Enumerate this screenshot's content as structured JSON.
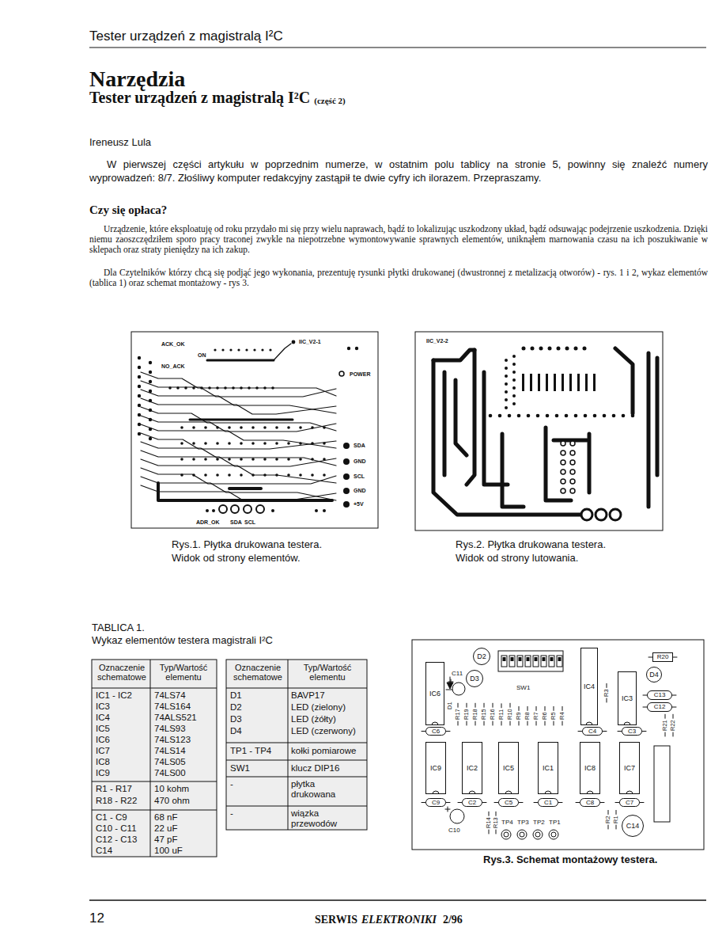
{
  "diagram": {
    "title": "Narzędzia",
    "nodes": [
      {
        "text": [
          "D2"
        ]
      },
      {
        "text": [
          "D3"
        ]
      },
      {
        "text": [
          "R20"
        ]
      },
      {
        "text": [
          "D4"
        ]
      },
      {
        "text": [
          "IC6"
        ]
      },
      {
        "text": [
          "IC4"
        ]
      },
      {
        "text": [
          "IC3"
        ]
      },
      {
        "text": [
          "C13"
        ]
      },
      {
        "text": [
          "C12"
        ]
      },
      {
        "text": [
          "C6"
        ]
      },
      {
        "text": [
          "C4"
        ]
      },
      {
        "text": [
          "C3"
        ]
      },
      {
        "text": [
          "IC9"
        ]
      },
      {
        "text": [
          "IC2"
        ]
      },
      {
        "text": [
          "IC5"
        ]
      },
      {
        "text": [
          "IC1"
        ]
      },
      {
        "text": [
          "IC8"
        ]
      },
      {
        "text": [
          "IC7"
        ]
      },
      {
        "text": [
          "C9"
        ]
      },
      {
        "text": [
          "C2"
        ]
      },
      {
        "text": [
          "C5"
        ]
      },
      {
        "text": [
          "C1"
        ]
      },
      {
        "text": [
          "C8"
        ]
      },
      {
        "text": [
          "C7"
        ]
      },
      {
        "text": [
          "C14"
        ]
      }
    ],
    "labels": [
      "Tester urządzeń z magistralą I²C",
      "Tester urządzeń z magistralą I²C",
      "(część 2)",
      "Ireneusz Lula",
      "W pierwszej części artykułu w poprzednim numerze, w ostatnim polu tablicy na stronie 5, powinny się znaleźć numery wyprowadzeń: 8/7. Złośliwy komputer redakcyjny zastąpił te dwie cyfry ich ilorazem. Przepraszamy.",
      "Czy się opłaca?",
      "Urządzenie, które eksploatuję od roku przydało mi się przy wielu naprawach, bądź to lokalizując uszkodzony układ, bądź odsuwając podejrzenie uszkodzenia. Dzięki niemu zaoszczędziłem sporo pracy traconej zwykle na niepotrzebne wymontowywanie sprawnych elementów, uniknąłem marnowania czasu na ich poszukiwanie w sklepach oraz straty pieniędzy na ich zakup.",
      "Dla Czytelników którzy chcą się podjąć jego wykonania, prezentuję rysunki płytki drukowanej (dwustronnej z metalizacją otworów) - rys. 1 i 2, wykaz elementów (tablica 1) oraz schemat montażowy - rys 3.",
      "ACK_OK",
      "IIC_V2-1",
      "ON",
      "NO_ACK",
      "POWER",
      "SDA",
      "GND",
      "SCL",
      "GND",
      "+5V",
      "ADR_OK",
      "SDA",
      "SCL",
      "IIC_V2-2",
      "Rys.1. Płytka drukowana testera.",
      "Widok od strony elementów.",
      "Rys.2. Płytka drukowana testera.",
      "Widok od strony lutowania.",
      "TABLICA 1.",
      "Wykaz elementów testera magistrali I²C",
      "Oznaczenie schematowe",
      "Typ/Wartość elementu",
      "IC1 - IC2",
      "74LS74",
      "IC3",
      "74LS164",
      "IC4",
      "74ALS521",
      "IC5",
      "74LS93",
      "IC6",
      "74LS123",
      "IC7",
      "74LS14",
      "IC8",
      "74LS05",
      "IC9",
      "74LS00",
      "R1 - R17",
      "10 kohm",
      "R18 - R22",
      "470 ohm",
      "C1 - C9",
      "68 nF",
      "C10 - C11",
      "22 uF",
      "C12 - C13",
      "47 pF",
      "C14",
      "100 uF",
      "Oznaczenie schematowe",
      "Typ/Wartość elementu",
      "D1",
      "BAVP17",
      "D2",
      "LED (zielony)",
      "D3",
      "LED (żółty)",
      "D4",
      "LED (czerwony)",
      "TP1 - TP4",
      "kołki pomiarowe",
      "SW1",
      "klucz DIP16",
      "-",
      "płytka drukowana",
      "-",
      "wiązka przewodów",
      "SW1",
      "C11",
      "D1",
      "R17",
      "R19",
      "R18",
      "R15",
      "R16",
      "R11",
      "R10",
      "R9",
      "R8",
      "R7",
      "R6",
      "R5",
      "R4",
      "R3",
      "R21",
      "R22",
      "C10",
      "R14",
      "R13",
      "TP4",
      "TP3",
      "TP2",
      "TP1",
      "R2",
      "R1",
      "Rys.3. Schemat montażowy testera.",
      "12",
      "SERWIS",
      "ELEKTRONIKI",
      "2/96"
    ]
  }
}
